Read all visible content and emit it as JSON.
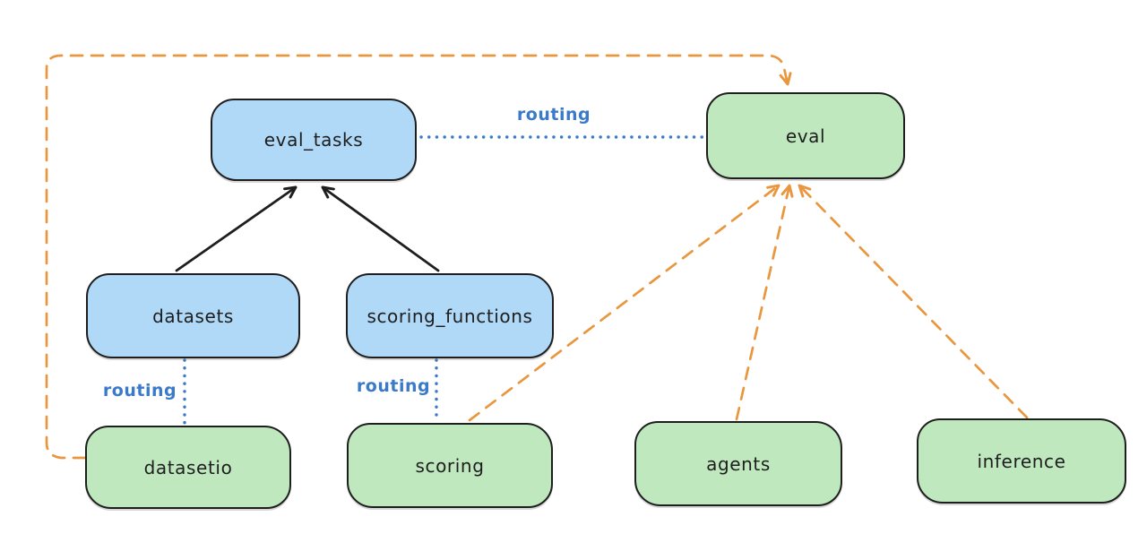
{
  "diagram": {
    "title": "",
    "nodes": {
      "eval_tasks": {
        "label": "eval_tasks",
        "fill": "blue"
      },
      "eval": {
        "label": "eval",
        "fill": "green"
      },
      "datasets": {
        "label": "datasets",
        "fill": "blue"
      },
      "scoring_functions": {
        "label": "scoring_functions",
        "fill": "blue"
      },
      "datasetio": {
        "label": "datasetio",
        "fill": "green"
      },
      "scoring": {
        "label": "scoring",
        "fill": "green"
      },
      "agents": {
        "label": "agents",
        "fill": "green"
      },
      "inference": {
        "label": "inference",
        "fill": "green"
      }
    },
    "edges": [
      {
        "from": "datasets",
        "to": "eval_tasks",
        "style": "solid",
        "color": "black",
        "arrow": true,
        "label": ""
      },
      {
        "from": "scoring_functions",
        "to": "eval_tasks",
        "style": "solid",
        "color": "black",
        "arrow": true,
        "label": ""
      },
      {
        "from": "eval_tasks",
        "to": "eval",
        "style": "dotted",
        "color": "blue",
        "arrow": false,
        "label": "routing"
      },
      {
        "from": "datasets",
        "to": "datasetio",
        "style": "dotted",
        "color": "blue",
        "arrow": false,
        "label": "routing"
      },
      {
        "from": "scoring_functions",
        "to": "scoring",
        "style": "dotted",
        "color": "blue",
        "arrow": false,
        "label": "routing"
      },
      {
        "from": "datasetio",
        "to": "eval",
        "style": "dashed",
        "color": "orange",
        "arrow": true,
        "label": ""
      },
      {
        "from": "scoring",
        "to": "eval",
        "style": "dashed",
        "color": "orange",
        "arrow": true,
        "label": ""
      },
      {
        "from": "agents",
        "to": "eval",
        "style": "dashed",
        "color": "orange",
        "arrow": true,
        "label": ""
      },
      {
        "from": "inference",
        "to": "eval",
        "style": "dashed",
        "color": "orange",
        "arrow": true,
        "label": ""
      }
    ],
    "colors": {
      "blue_fill": "#b0d8f7",
      "green_fill": "#bfe8bf",
      "orange_stroke": "#e9973f",
      "blue_stroke": "#3a7ac8",
      "black_stroke": "#1e1e1e",
      "node_border": "#1e1e1e",
      "canvas_bg": "#ffffff"
    }
  }
}
